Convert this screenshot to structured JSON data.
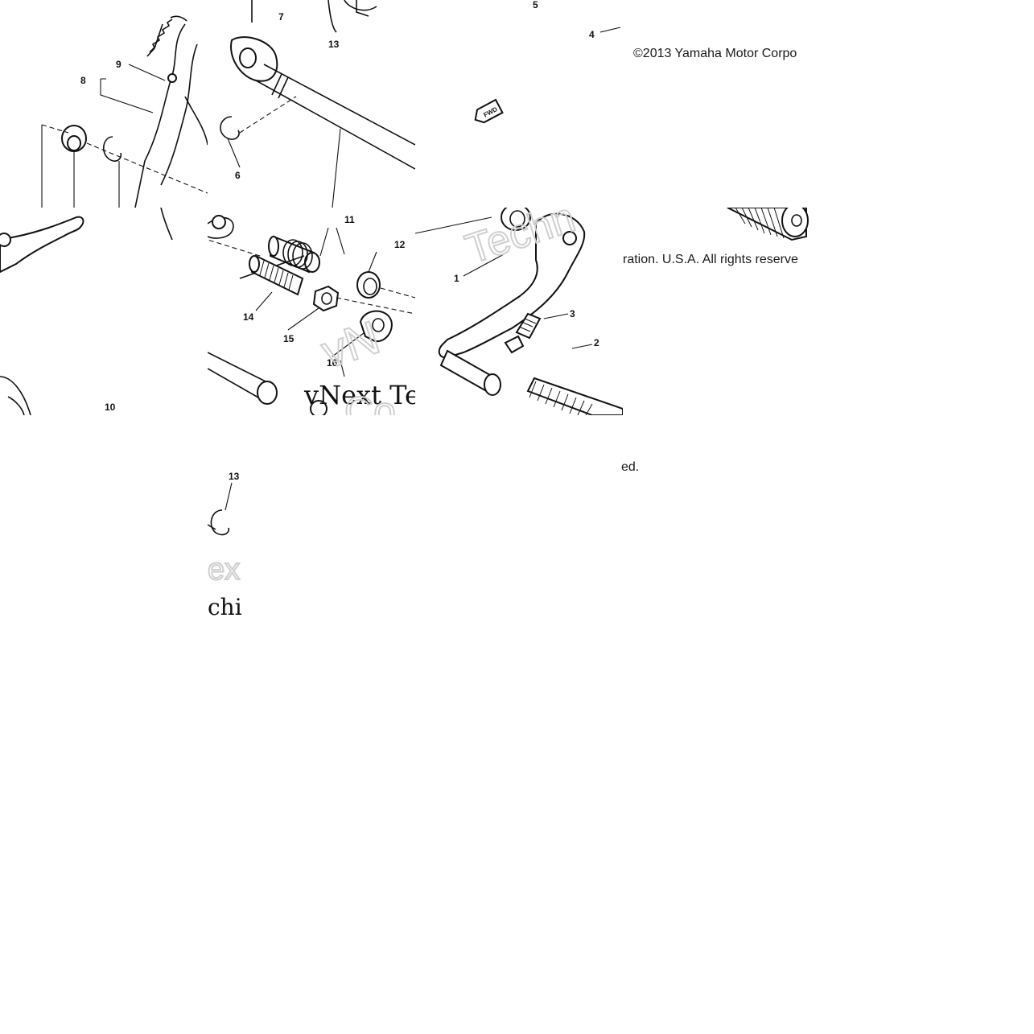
{
  "copyright": {
    "line1": "©2013 Yamaha Motor Corpo",
    "line2": "ration. U.S.A. All rights reserve",
    "line3": "ed."
  },
  "watermark": {
    "text1": "vNext Te",
    "text2": "Techn",
    "text3": "ex",
    "text4": "chi"
  },
  "fwd_label": "FWD",
  "callouts": {
    "c1": "1",
    "c2": "2",
    "c3": "3",
    "c4": "4",
    "c5": "5",
    "c6": "6",
    "c7": "7",
    "c8": "8",
    "c9": "9",
    "c10": "10",
    "c11": "11",
    "c12": "12",
    "c13": "13",
    "c13b": "13",
    "c14": "14",
    "c15": "15",
    "c16": "16"
  }
}
